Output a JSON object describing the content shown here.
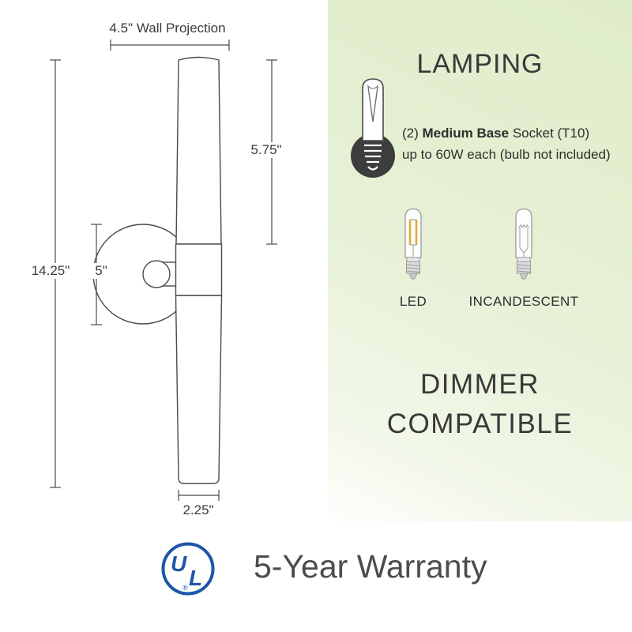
{
  "colors": {
    "panel_green_top": "#dfecc8",
    "panel_green_bottom": "#f3f8ea",
    "line_gray": "#4a4a4a",
    "text_dark": "#383838",
    "ul_blue": "#1e57a8",
    "led_filament_amber": "#e2aa3c"
  },
  "dimensions": {
    "wall_projection": "4.5\" Wall Projection",
    "upper_tube_height": "5.75\"",
    "total_height": "14.25\"",
    "backplate_diameter": "5\"",
    "tube_diameter": "2.25\""
  },
  "lamping": {
    "title": "LAMPING",
    "socket_line1_prefix": "(2) ",
    "socket_line1_bold": "Medium Base",
    "socket_line1_suffix": " Socket (T10)",
    "socket_line2": "up to 60W each (bulb not included)",
    "bulbs": [
      {
        "label": "LED"
      },
      {
        "label": "INCANDESCENT"
      }
    ],
    "dimmer_line1": "DIMMER",
    "dimmer_line2": "COMPATIBLE"
  },
  "footer": {
    "warranty": "5-Year Warranty",
    "ul_logo": {
      "u": "U",
      "l": "L",
      "registered": "®"
    }
  }
}
